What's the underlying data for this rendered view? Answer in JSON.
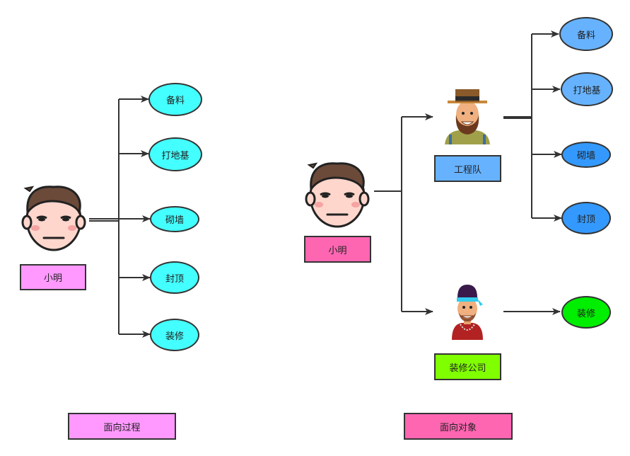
{
  "left": {
    "person_label": "小明",
    "caption": "面向过程",
    "tasks": [
      {
        "label": "备料",
        "color": "#44FFFF"
      },
      {
        "label": "打地基",
        "color": "#44FFFF"
      },
      {
        "label": "砌墙",
        "color": "#44FFFF"
      },
      {
        "label": "封顶",
        "color": "#44FFFF"
      },
      {
        "label": "装修",
        "color": "#44FFFF"
      }
    ],
    "person_color": "#FF99FF"
  },
  "right": {
    "person_label": "小明",
    "caption": "面向对象",
    "person_color": "#FF66B2",
    "engineering_team": {
      "label": "工程队",
      "color": "#66B2FF",
      "icon": "builder-avatar-icon",
      "tasks": [
        {
          "label": "备料",
          "color": "#66B2FF"
        },
        {
          "label": "打地基",
          "color": "#66B2FF"
        },
        {
          "label": "砌墙",
          "color": "#3399FF"
        },
        {
          "label": "封顶",
          "color": "#3399FF"
        }
      ]
    },
    "decoration_company": {
      "label": "装修公司",
      "color": "#80FF00",
      "icon": "decorator-avatar-icon",
      "tasks": [
        {
          "label": "装修",
          "color": "#00EE00"
        }
      ]
    }
  }
}
